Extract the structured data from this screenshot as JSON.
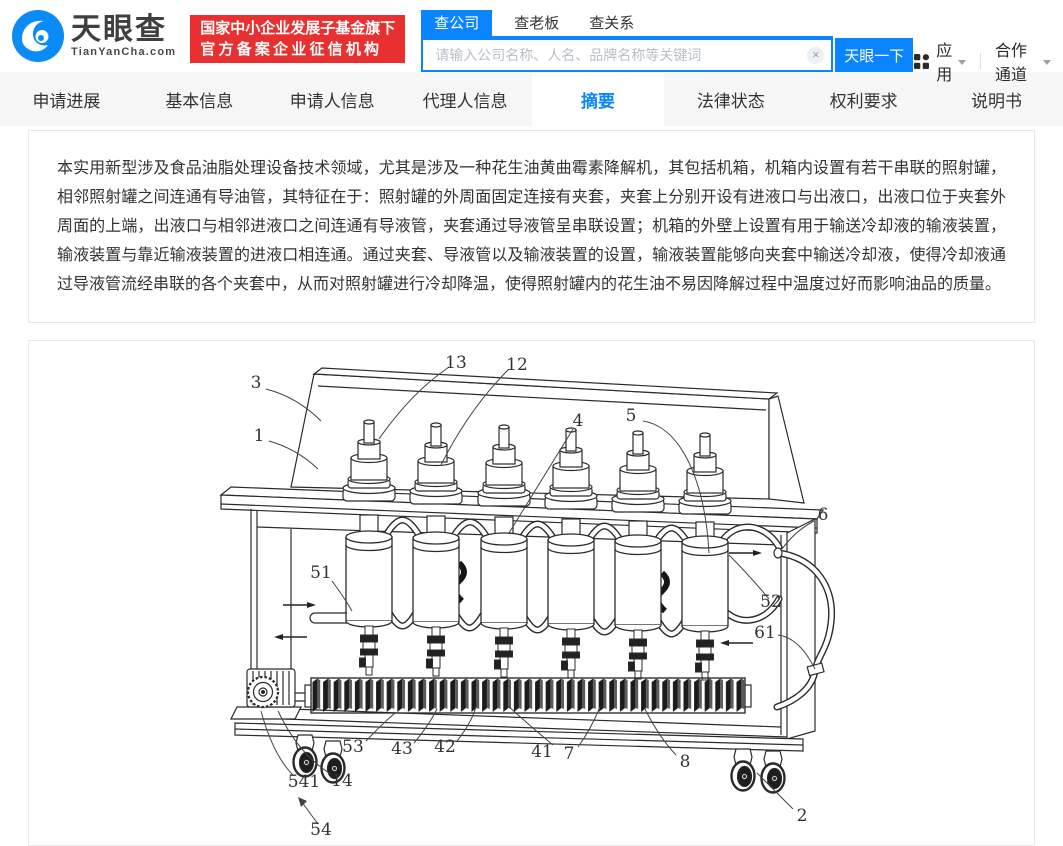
{
  "header": {
    "logo": {
      "brand": "天眼查",
      "domain": "TianYanCha.com"
    },
    "badge": {
      "line1": "国家中小企业发展子基金旗下",
      "line2": "官方备案企业征信机构"
    },
    "search": {
      "tabs": [
        {
          "label": "查公司",
          "active": true
        },
        {
          "label": "查老板",
          "active": false
        },
        {
          "label": "查关系",
          "active": false
        }
      ],
      "placeholder": "请输入公司名称、人名、品牌名称等关键词",
      "clear_icon": "×",
      "button": "天眼一下"
    },
    "apps_label": "应用",
    "partner_label": "合作通道"
  },
  "nav": {
    "tabs": [
      {
        "label": "申请进展"
      },
      {
        "label": "基本信息"
      },
      {
        "label": "申请人信息"
      },
      {
        "label": "代理人信息"
      },
      {
        "label": "摘要"
      },
      {
        "label": "法律状态"
      },
      {
        "label": "权利要求"
      },
      {
        "label": "说明书"
      }
    ],
    "active_index": 4
  },
  "abstract": {
    "text": "本实用新型涉及食品油脂处理设备技术领域，尤其是涉及一种花生油黄曲霉素降解机，其包括机箱，机箱内设置有若干串联的照射罐，相邻照射罐之间连通有导油管，其特征在于：照射罐的外周面固定连接有夹套，夹套上分别开设有进液口与出液口，出液口位于夹套外周面的上端，出液口与相邻进液口之间连通有导液管，夹套通过导液管呈串联设置；机箱的外壁上设置有用于输送冷却液的输液装置，输液装置与靠近输液装置的进液口相连通。通过夹套、导液管以及输液装置的设置，输液装置能够向夹套中输送冷却液，使得冷却液通过导液管流经串联的各个夹套中，从而对照射罐进行冷却降温，使得照射罐内的花生油不易因降解过程中温度过好而影响油品的质量。"
  },
  "figure": {
    "labels": {
      "n1": "1",
      "n2": "2",
      "n3": "3",
      "n4": "4",
      "n5": "5",
      "n6": "6",
      "n7": "7",
      "n8": "8",
      "n12": "12",
      "n13": "13",
      "n14": "14",
      "n41": "41",
      "n42": "42",
      "n43": "43",
      "n51": "51",
      "n52": "52",
      "n53": "53",
      "n54": "54",
      "n541": "541",
      "n61": "61"
    }
  },
  "colors": {
    "accent": "#0b85ff",
    "badge_red": "#e93030"
  }
}
